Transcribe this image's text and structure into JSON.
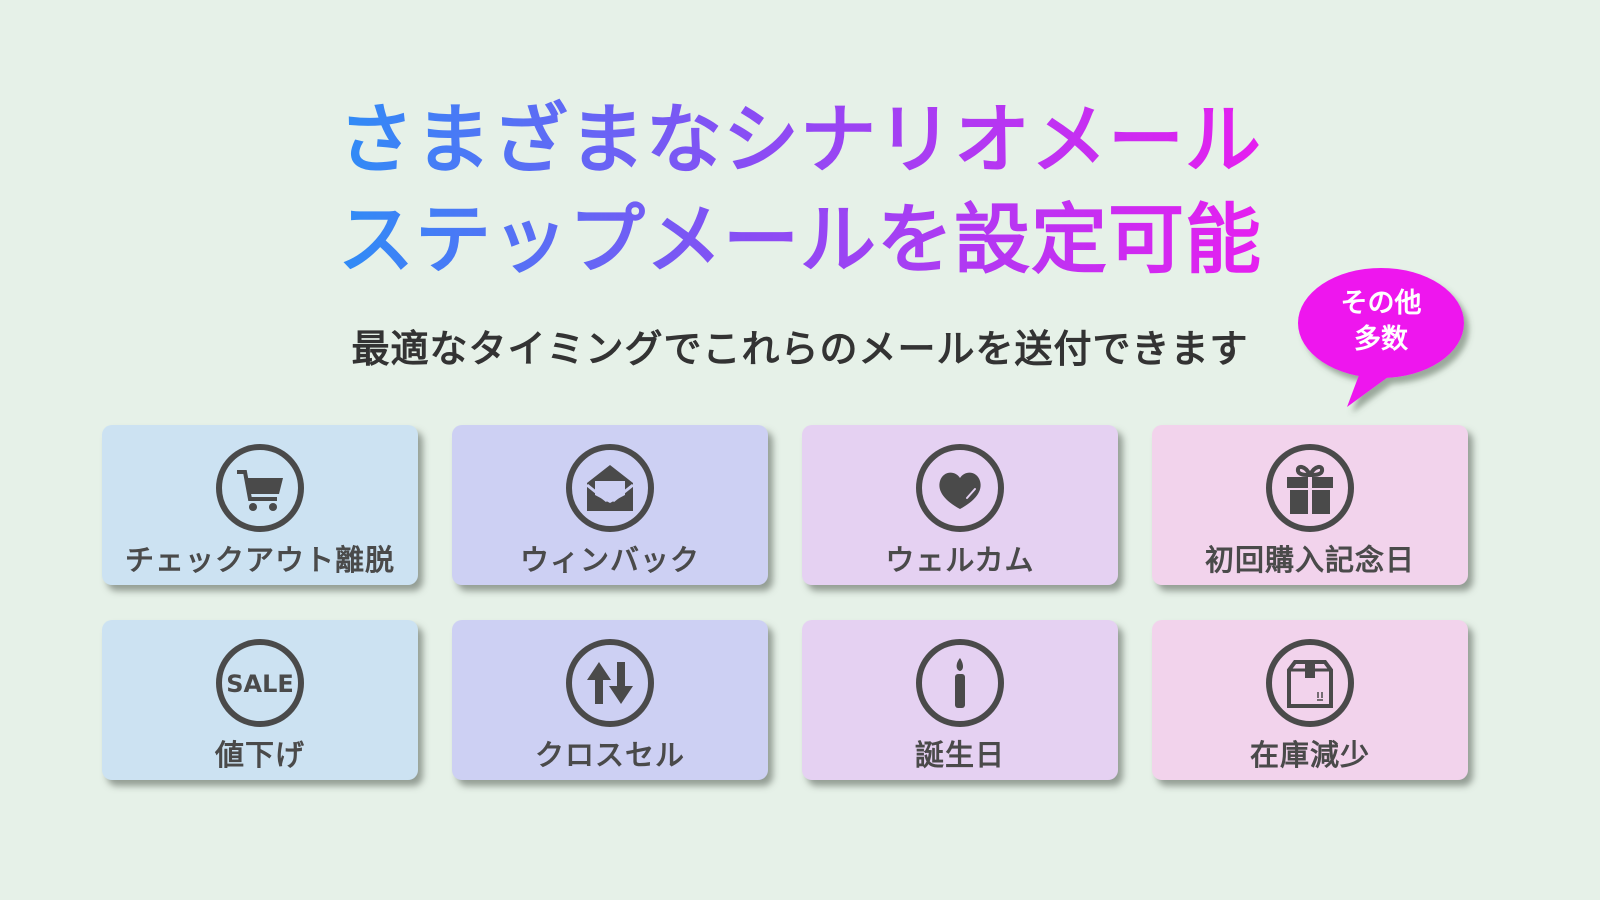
{
  "header": {
    "title_line1": "さまざまなシナリオメール",
    "title_line2": "ステップメールを設定可能",
    "subtitle": "最適なタイミングでこれらのメールを送付できます",
    "gradient_colors": [
      "#2f8cf6",
      "#8a4cf4",
      "#e61ff0"
    ]
  },
  "badge": {
    "line1": "その他",
    "line2": "多数",
    "color": "#ee18ee"
  },
  "cards": [
    {
      "label": "チェックアウト離脱",
      "icon": "shopping-cart-icon",
      "color": "#cce2f2"
    },
    {
      "label": "ウィンバック",
      "icon": "envelope-open-icon",
      "color": "#cdd0f3"
    },
    {
      "label": "ウェルカム",
      "icon": "heart-icon",
      "color": "#e5d1f2"
    },
    {
      "label": "初回購入記念日",
      "icon": "gift-icon",
      "color": "#f2d3ec"
    },
    {
      "label": "値下げ",
      "icon": "sale-icon",
      "color": "#cce2f2"
    },
    {
      "label": "クロスセル",
      "icon": "up-down-arrows-icon",
      "color": "#cdd0f3"
    },
    {
      "label": "誕生日",
      "icon": "candle-icon",
      "color": "#e5d1f2"
    },
    {
      "label": "在庫減少",
      "icon": "box-icon",
      "color": "#f2d3ec"
    }
  ],
  "icon_color": "#4a4a4a",
  "background": "#e6f1e8"
}
